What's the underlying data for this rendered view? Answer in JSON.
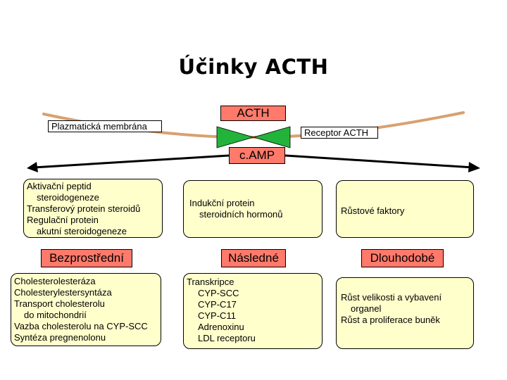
{
  "title": "Účinky ACTH",
  "membrane_label": "Plazmatická membrána",
  "hormone_label": "ACTH",
  "receptor_label": "Receptor ACTH",
  "second_messenger": "c.AMP",
  "columns": {
    "left": {
      "proteins": [
        "Aktivační peptid",
        "steroidogeneze",
        "Transferový protein steroidů",
        "Regulační protein",
        "akutní steroidogeneze"
      ],
      "header": "Bezprostřední",
      "effects": [
        "Cholesterolesteráza",
        "Cholesterylestersyntáza",
        "Transport cholesterolu",
        "do mitochondrií",
        "Vazba cholesterolu na CYP-SCC",
        "Syntéza pregnenolonu"
      ]
    },
    "middle": {
      "proteins": [
        "Indukční protein",
        "steroidních hormonů"
      ],
      "header": "Následné",
      "effects": [
        "Transkripce",
        "CYP-SCC",
        "CYP-C17",
        "CYP-C11",
        "Adrenoxinu",
        "LDL receptoru"
      ]
    },
    "right": {
      "proteins": [
        "Růstové faktory"
      ],
      "header": "Dlouhodobé",
      "effects": [
        "Růst velikosti a vybavení",
        "organel",
        "Růst a proliferace buněk"
      ]
    }
  },
  "colors": {
    "membrane": "#d8a070",
    "receptor": "#22b33a",
    "header_fill": "#ff7a6b",
    "box_fill": "#ffffcc"
  }
}
